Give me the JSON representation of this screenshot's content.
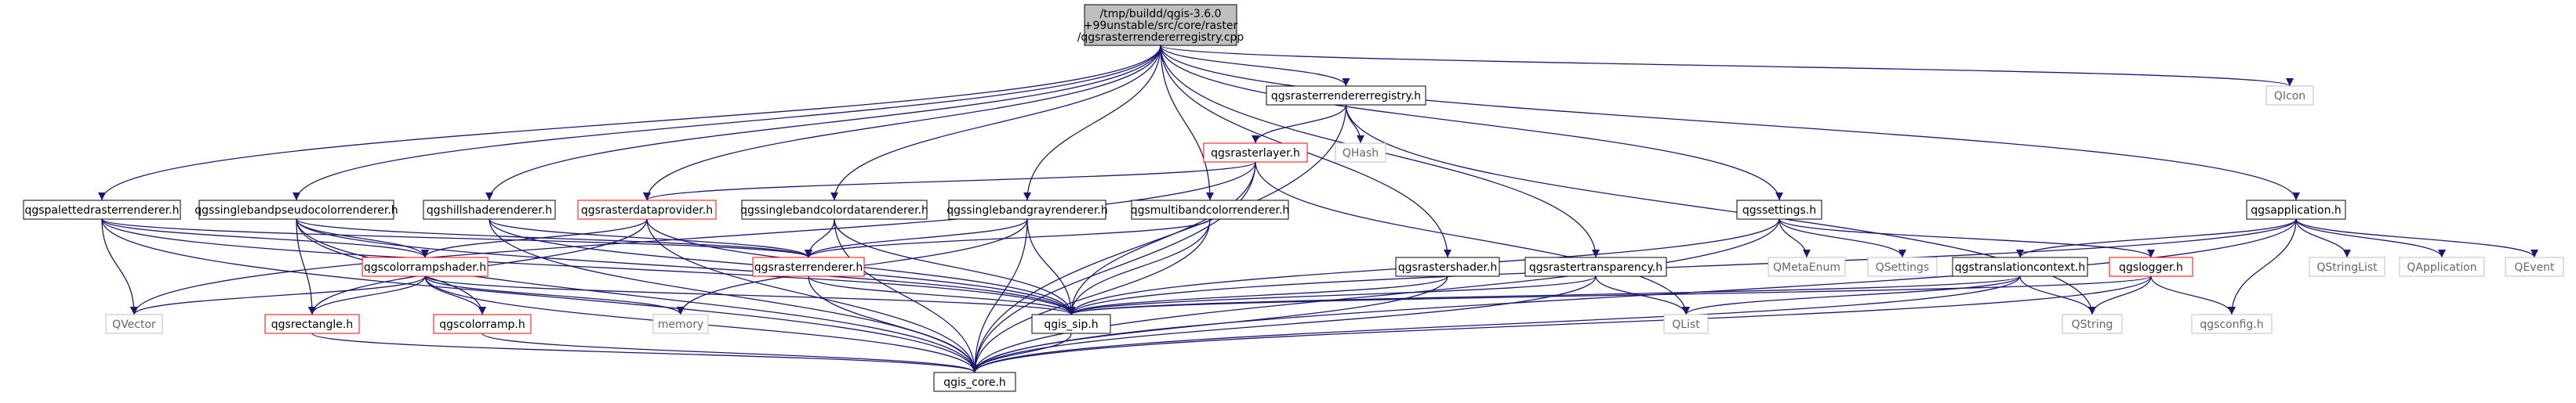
{
  "colors": {
    "edge": "#191970",
    "root_fill": "#bfbfbf",
    "node_border": "#000000",
    "missing_border": "#ff0000",
    "external_border": "#bfbfbf",
    "text": "#000000",
    "external_text": "#666666",
    "background": "#ffffff"
  },
  "nodes": {
    "root": [
      "/tmp/buildd/qgis-3.6.0",
      "+99unstable/src/core/raster",
      "/qgsrasterrendererregistry.cpp"
    ],
    "qgsrasterrendererregistry_h": [
      "qgsrasterrendererregistry.h"
    ],
    "qicon": [
      "QIcon"
    ],
    "qgsrasterlayer_h": [
      "qgsrasterlayer.h"
    ],
    "qhash": [
      "QHash"
    ],
    "qgspalettedrasterrenderer_h": [
      "qgspalettedrasterrenderer.h"
    ],
    "qgssinglebandpseudocolorrenderer_h": [
      "qgssinglebandpseudocolorrenderer.h"
    ],
    "qgshillshaderenderer_h": [
      "qgshillshaderenderer.h"
    ],
    "qgsrasterdataprovider_h": [
      "qgsrasterdataprovider.h"
    ],
    "qgssinglebandcolordatarenderer_h": [
      "qgssinglebandcolordatarenderer.h"
    ],
    "qgssinglebandgrayrenderer_h": [
      "qgssinglebandgrayrenderer.h"
    ],
    "qgsmultibandcolorrenderer_h": [
      "qgsmultibandcolorrenderer.h"
    ],
    "qgssettings_h": [
      "qgssettings.h"
    ],
    "qgsapplication_h": [
      "qgsapplication.h"
    ],
    "qgscolorrampshader_h": [
      "qgscolorrampshader.h"
    ],
    "qgsrasterrenderer_h": [
      "qgsrasterrenderer.h"
    ],
    "qgsrastershader_h": [
      "qgsrastershader.h"
    ],
    "qgsrastertransparency_h": [
      "qgsrastertransparency.h"
    ],
    "qmetaenum": [
      "QMetaEnum"
    ],
    "qsettings": [
      "QSettings"
    ],
    "qgstranslationcontext_h": [
      "qgstranslationcontext.h"
    ],
    "qgslogger_h": [
      "qgslogger.h"
    ],
    "qstringlist": [
      "QStringList"
    ],
    "qapplication": [
      "QApplication"
    ],
    "qevent": [
      "QEvent"
    ],
    "qvector": [
      "QVector"
    ],
    "qgsrectangle_h": [
      "qgsrectangle.h"
    ],
    "qgscolorramp_h": [
      "qgscolorramp.h"
    ],
    "memory": [
      "memory"
    ],
    "qgis_sip_h": [
      "qgis_sip.h"
    ],
    "qlist": [
      "QList"
    ],
    "qstring": [
      "QString"
    ],
    "qgsconfig_h": [
      "qgsconfig.h"
    ],
    "qgis_core_h": [
      "qgis_core.h"
    ]
  }
}
